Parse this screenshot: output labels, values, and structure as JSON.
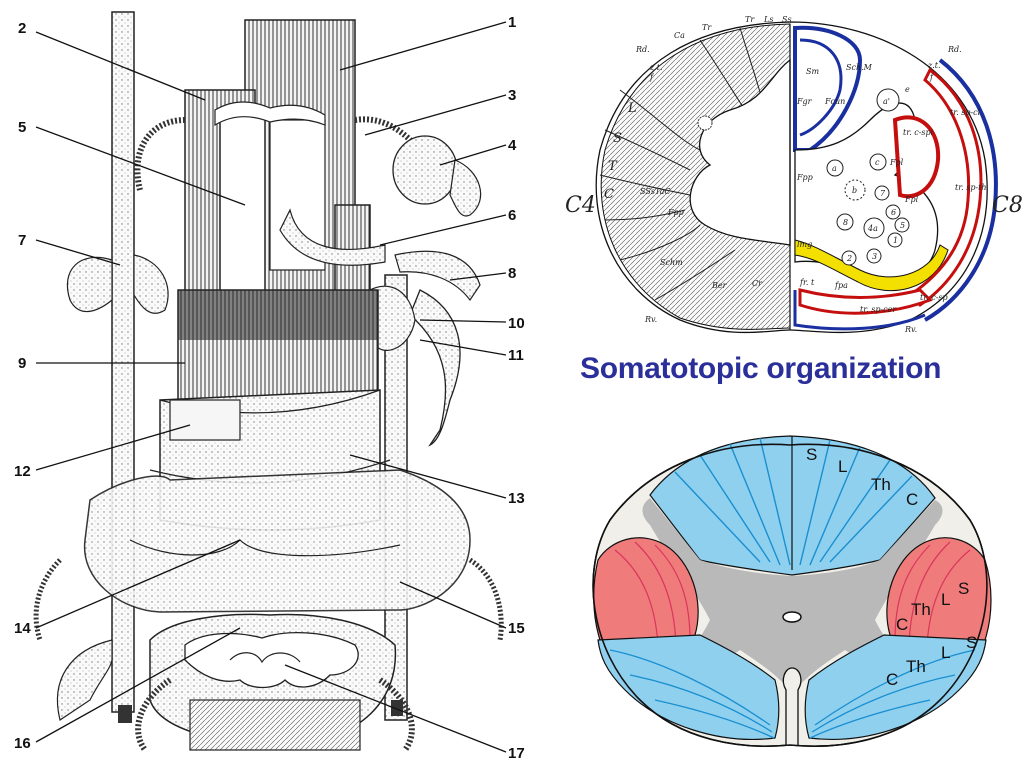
{
  "left_panel": {
    "labels": [
      "1",
      "2",
      "3",
      "4",
      "5",
      "6",
      "7",
      "8",
      "9",
      "10",
      "11",
      "12",
      "13",
      "14",
      "15",
      "16",
      "17"
    ]
  },
  "title": "Somatotopic organization",
  "top_right": {
    "left_level": "C4",
    "right_level": "C8",
    "small_labels": [
      "Rd.",
      "Ca",
      "Tr",
      "Tr",
      "Ls",
      "Ss",
      "Rd.",
      "z.t.",
      "f",
      "L",
      "S",
      "T",
      "C",
      "SSsTaC",
      "Fpp",
      "Rv.",
      "Schm",
      "Ber",
      "Cr",
      "Rv.",
      "Sm",
      "Sch.M",
      "Fgr",
      "Fcun",
      "Fpp",
      "z.t.",
      "f",
      "e",
      "a'",
      "Fpl",
      "a",
      "c",
      "b",
      "7",
      "8",
      "4a",
      "6",
      "5",
      "3",
      "2",
      "1",
      "Fpl",
      "tr. c-spi",
      "tr. sp-cl",
      "tr. sp-th",
      "lmg",
      "fr. t",
      "tr. c-sp",
      "tr. sp-cer",
      "fpa"
    ]
  },
  "bottom_right": {
    "dorsal": [
      "S",
      "L",
      "Th",
      "C"
    ],
    "lateral_right": [
      "C",
      "Th",
      "L",
      "S"
    ],
    "ventral_right": [
      "C",
      "Th",
      "L",
      "S"
    ],
    "colors": {
      "blue": "#8fd0ef",
      "red": "#f07b7b",
      "gray": "#b9b9b9",
      "cream": "#f1efe9",
      "outline": "#111111"
    }
  }
}
